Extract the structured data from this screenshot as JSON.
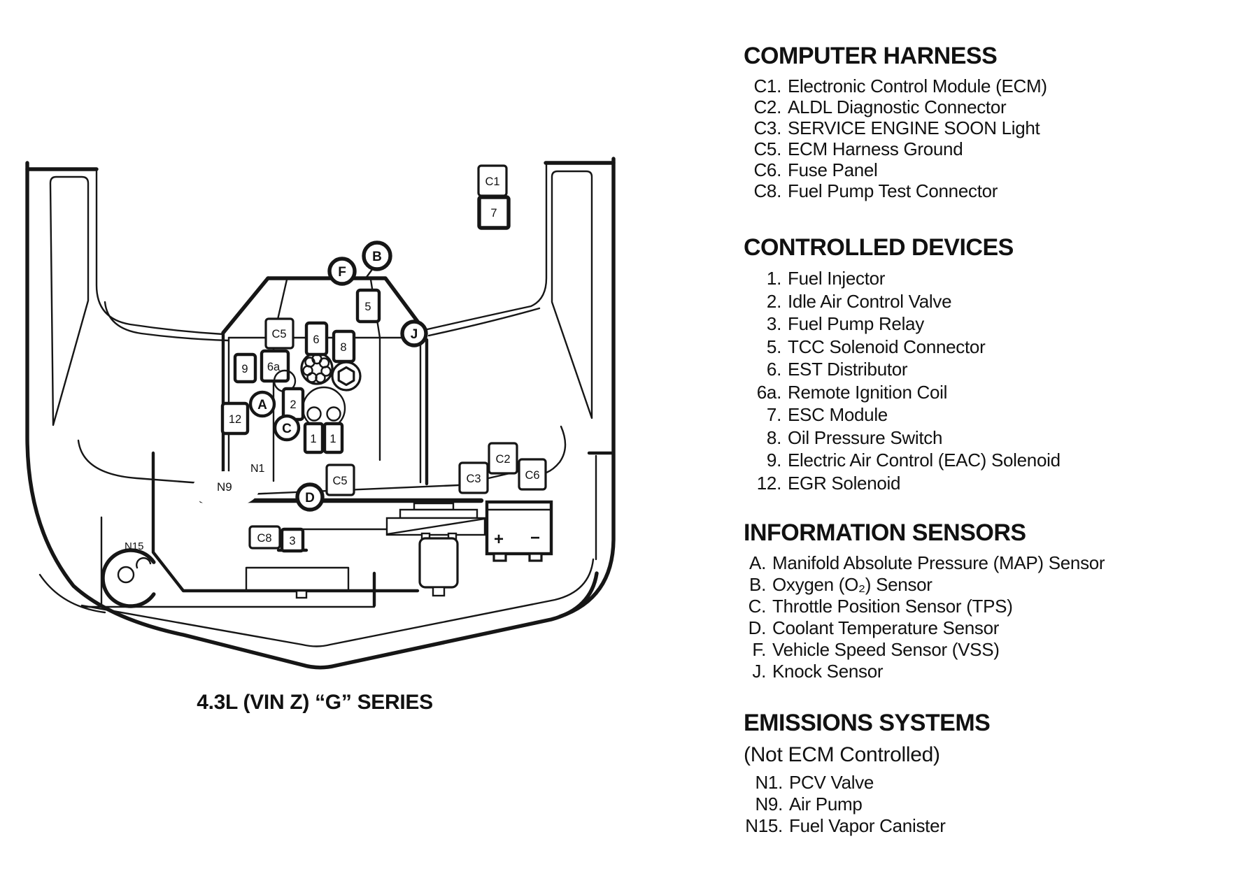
{
  "page": {
    "caption": "4.3L (VIN Z) “G” SERIES"
  },
  "sections": {
    "computer_harness": {
      "title": "COMPUTER HARNESS",
      "items": [
        {
          "n": "C1.",
          "t": "Electronic Control Module (ECM)"
        },
        {
          "n": "C2.",
          "t": "ALDL Diagnostic Connector"
        },
        {
          "n": "C3.",
          "t": "SERVICE ENGINE SOON Light"
        },
        {
          "n": "C5.",
          "t": "ECM Harness Ground"
        },
        {
          "n": "C6.",
          "t": "Fuse Panel"
        },
        {
          "n": "C8.",
          "t": "Fuel Pump Test Connector"
        }
      ]
    },
    "controlled_devices": {
      "title": "CONTROLLED DEVICES",
      "items": [
        {
          "n": "1.",
          "t": "Fuel Injector"
        },
        {
          "n": "2.",
          "t": "Idle Air Control Valve"
        },
        {
          "n": "3.",
          "t": "Fuel Pump Relay"
        },
        {
          "n": "5.",
          "t": "TCC Solenoid Connector"
        },
        {
          "n": "6.",
          "t": "EST Distributor"
        },
        {
          "n": "6a.",
          "t": "Remote Ignition Coil"
        },
        {
          "n": "7.",
          "t": "ESC Module"
        },
        {
          "n": "8.",
          "t": "Oil Pressure Switch"
        },
        {
          "n": "9.",
          "t": "Electric Air Control (EAC) Solenoid"
        },
        {
          "n": "12.",
          "t": "EGR Solenoid"
        }
      ]
    },
    "information_sensors": {
      "title": "INFORMATION SENSORS",
      "items": [
        {
          "n": "A.",
          "t": "Manifold Absolute Pressure (MAP) Sensor"
        },
        {
          "n": "B.",
          "t": "Oxygen (O₂) Sensor"
        },
        {
          "n": "C.",
          "t": "Throttle Position Sensor (TPS)"
        },
        {
          "n": "D.",
          "t": "Coolant Temperature Sensor"
        },
        {
          "n": "F.",
          "t": "Vehicle Speed Sensor (VSS)"
        },
        {
          "n": "J.",
          "t": "Knock Sensor"
        }
      ]
    },
    "emissions_systems": {
      "title": "EMISSIONS SYSTEMS",
      "subtitle": "(Not ECM Controlled)",
      "items": [
        {
          "n": "N1.",
          "t": "PCV Valve"
        },
        {
          "n": "N9.",
          "t": "Air Pump"
        },
        {
          "n": "N15.",
          "t": "Fuel Vapor Canister"
        }
      ]
    }
  },
  "diagram": {
    "labels": {
      "C1": "C1",
      "M7": "7",
      "B": "B",
      "F": "F",
      "S5": "5",
      "C5A": "C5",
      "S6": "6",
      "S8": "8",
      "J": "J",
      "S9": "9",
      "S6A": "6a",
      "A": "A",
      "S2": "2",
      "C": "C",
      "S12": "12",
      "S1A": "1",
      "S1B": "1",
      "C2": "C2",
      "C3": "C3",
      "C6": "C6",
      "C5B": "C5",
      "D": "D",
      "C8": "C8",
      "S3": "3",
      "N1": "N1",
      "N9": "N9",
      "N15": "N15",
      "PLUS": "+",
      "MINUS": "−"
    }
  }
}
